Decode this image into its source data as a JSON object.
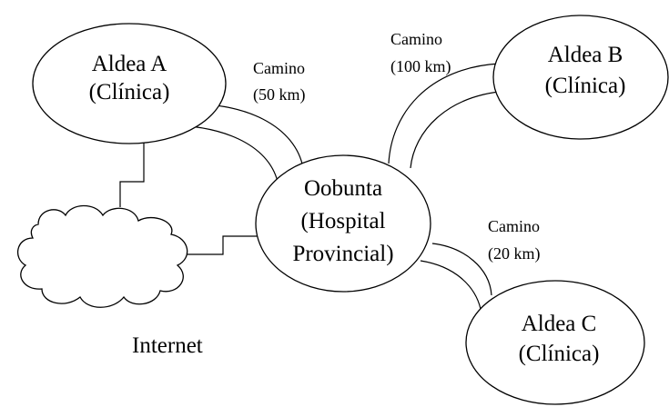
{
  "nodes": {
    "village_a": {
      "line1": "Aldea A",
      "line2": "(Clínica)"
    },
    "village_b": {
      "line1": "Aldea B",
      "line2": "(Clínica)"
    },
    "village_c": {
      "line1": "Aldea C",
      "line2": "(Clínica)"
    },
    "hospital": {
      "line1": "Oobunta",
      "line2": "(Hospital",
      "line3": "Provincial)"
    }
  },
  "internet": {
    "label": "Internet"
  },
  "roads": {
    "a": {
      "line1": "Camino",
      "line2": "(50 km)"
    },
    "b": {
      "line1": "Camino",
      "line2": "(100 km)"
    },
    "c": {
      "line1": "Camino",
      "line2": "(20 km)"
    }
  },
  "colors": {
    "stroke": "#000000",
    "background": "#ffffff"
  }
}
